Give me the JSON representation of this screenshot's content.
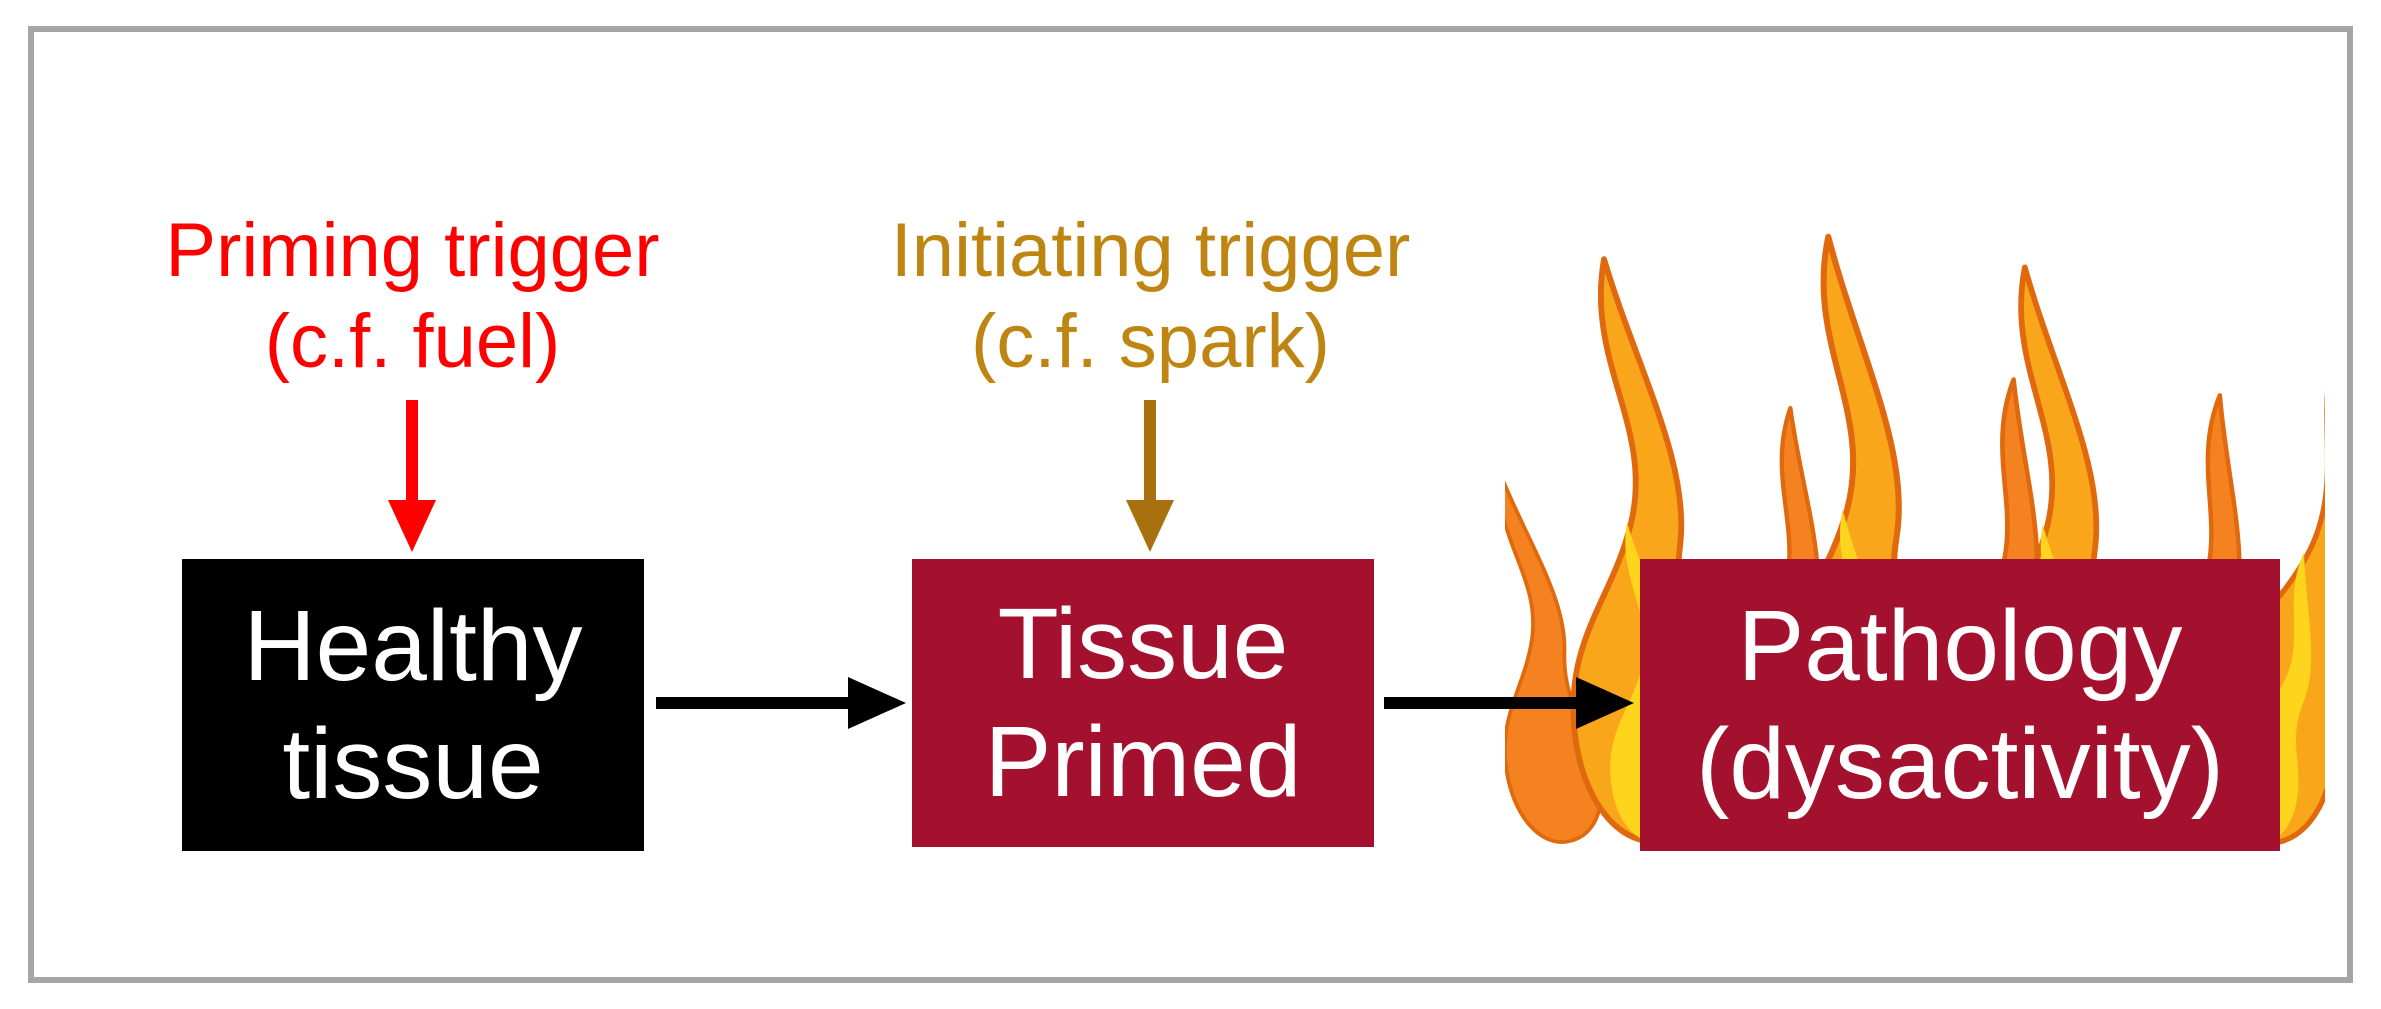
{
  "diagram": {
    "priming_trigger": {
      "line1": "Priming trigger",
      "line2": "(c.f. fuel)"
    },
    "initiating_trigger": {
      "line1": "Initiating trigger",
      "line2": "(c.f. spark)"
    },
    "nodes": {
      "healthy": {
        "line1": "Healthy",
        "line2": "tissue"
      },
      "primed": {
        "line1": "Tissue",
        "line2": "Primed"
      },
      "pathology": {
        "line1": "Pathology",
        "line2": "(dysactivity)"
      }
    },
    "icons": {
      "flames": "flames-illustration"
    }
  },
  "colors": {
    "background": "#FFFFFF",
    "border": "#A6A6A6",
    "priming_text": "#FF0000",
    "priming_arrow": "#FF0000",
    "initiating_text": "#BF8512",
    "initiating_arrow": "#A9700F",
    "node_healthy_bg": "#000000",
    "node_red_bg": "#A3112E",
    "node_text": "#FFFFFF",
    "flow_arrow": "#000000",
    "flame_orange_dark": "#F58220",
    "flame_orange_light": "#FAA61A",
    "flame_outline": "#E0690E",
    "flame_yellow": "#FFD41C"
  }
}
